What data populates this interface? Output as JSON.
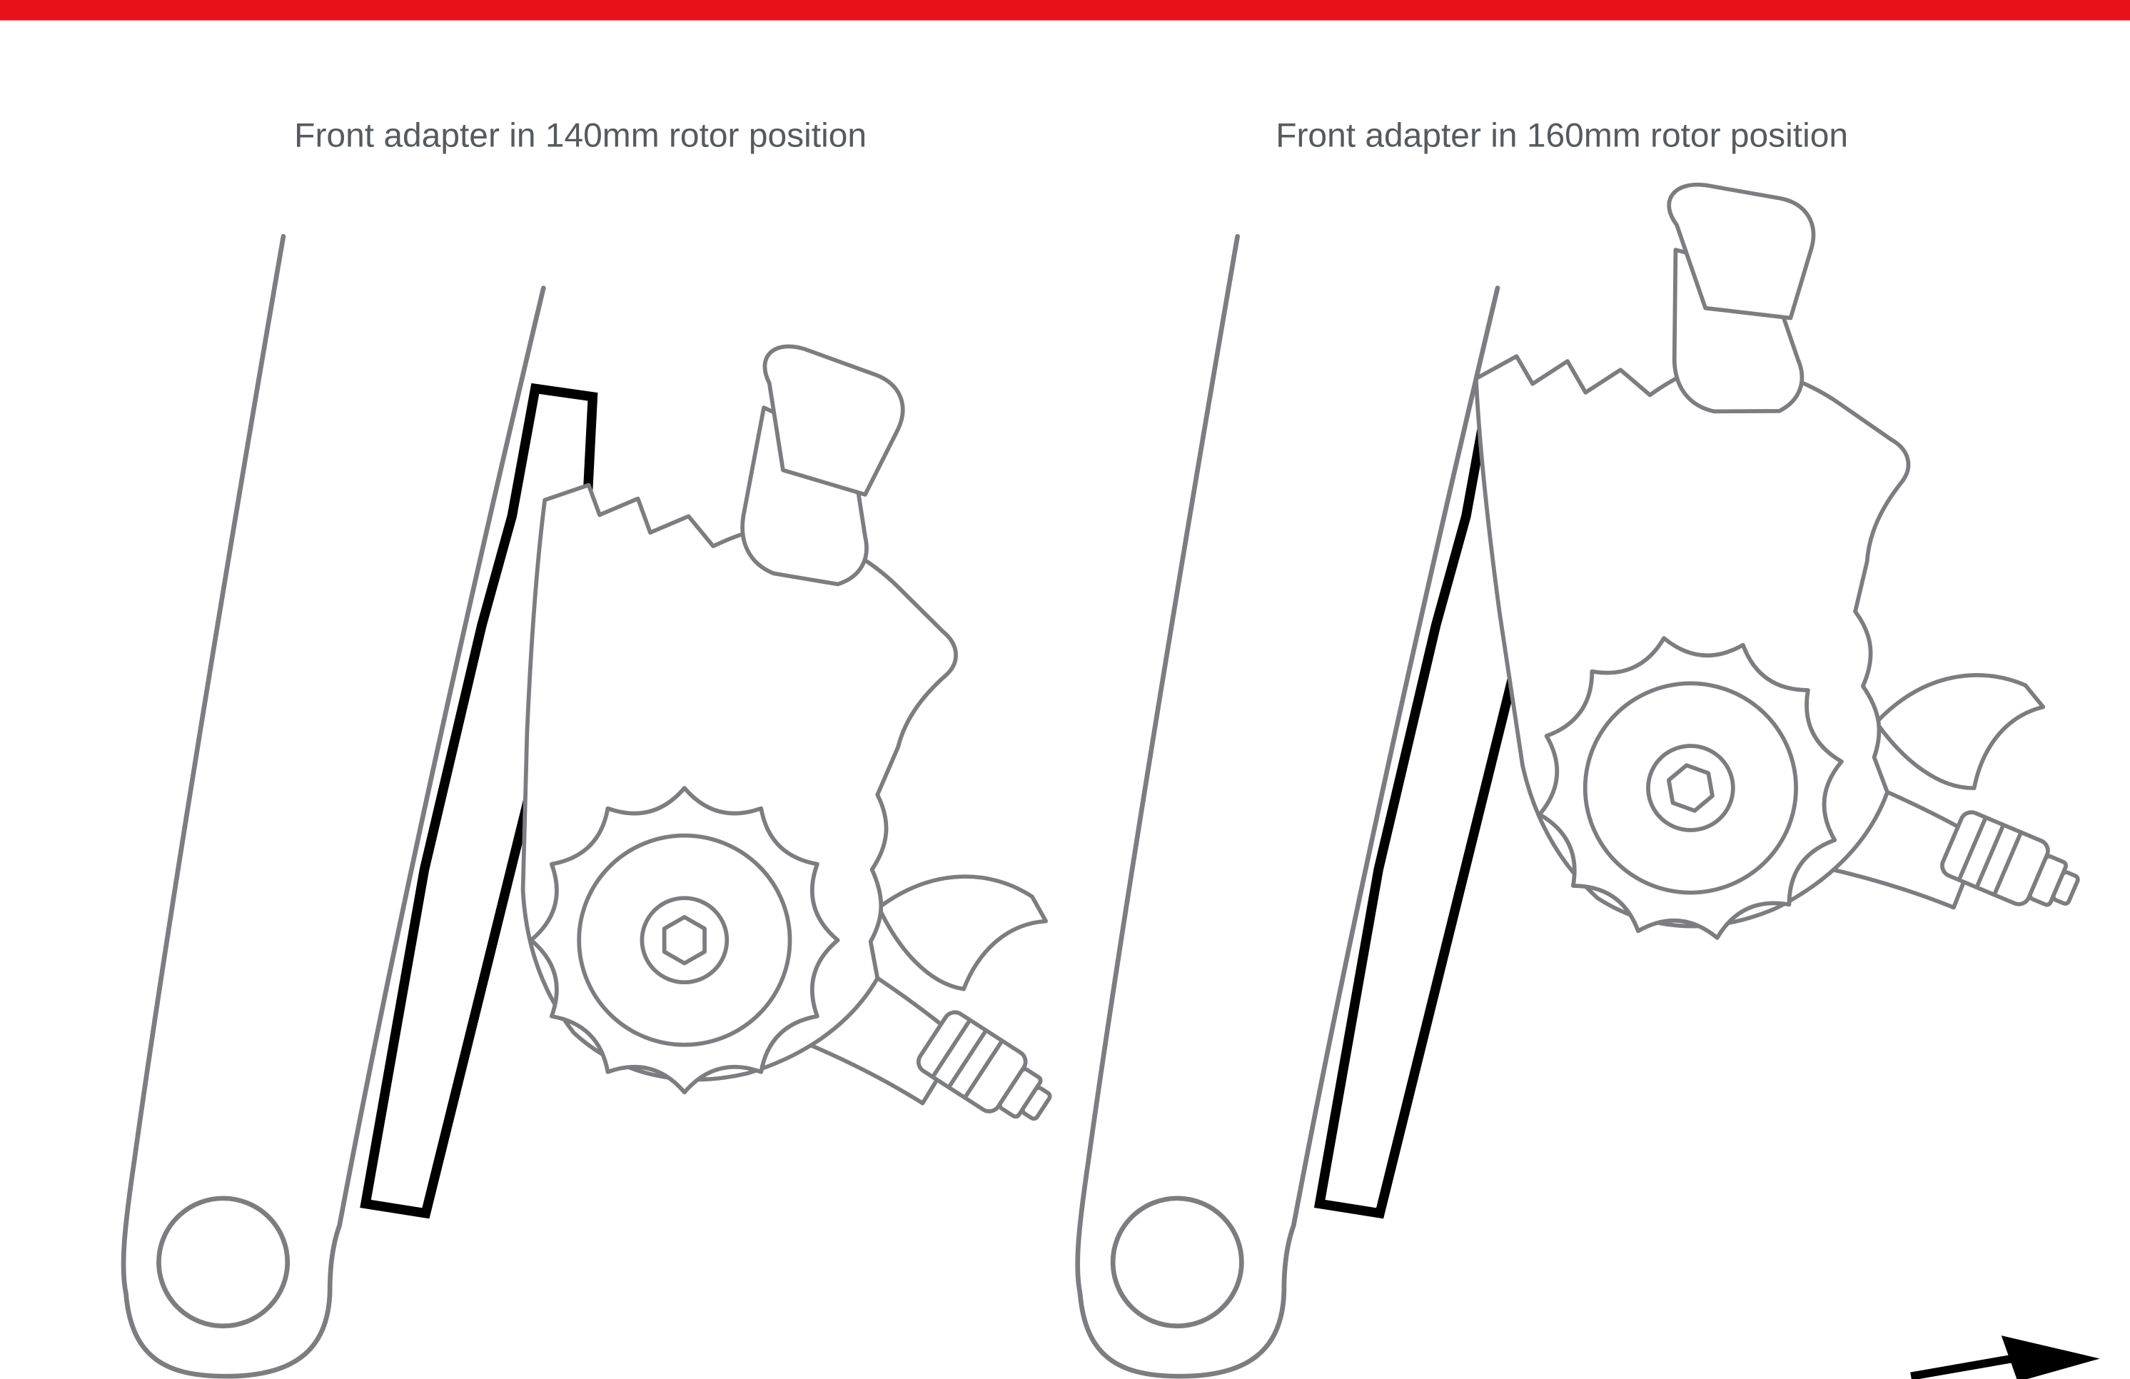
{
  "colors": {
    "accent": "#e8111a",
    "line": "#7c7d80",
    "adapter": "#000000",
    "caption": "#565a5e",
    "background": "#ffffff"
  },
  "figures": [
    {
      "caption": "Front adapter in 140mm rotor position"
    },
    {
      "caption": "Front adapter in 160mm rotor position"
    }
  ],
  "illustrations": {
    "fork_leg": "bicycle fork leg with axle eyelet",
    "adapter": "flat-mount disc brake adapter plate",
    "caliper": "disc brake caliper with banjo fitting, dial and adjuster bolt",
    "arrow": "page direction arrow"
  }
}
